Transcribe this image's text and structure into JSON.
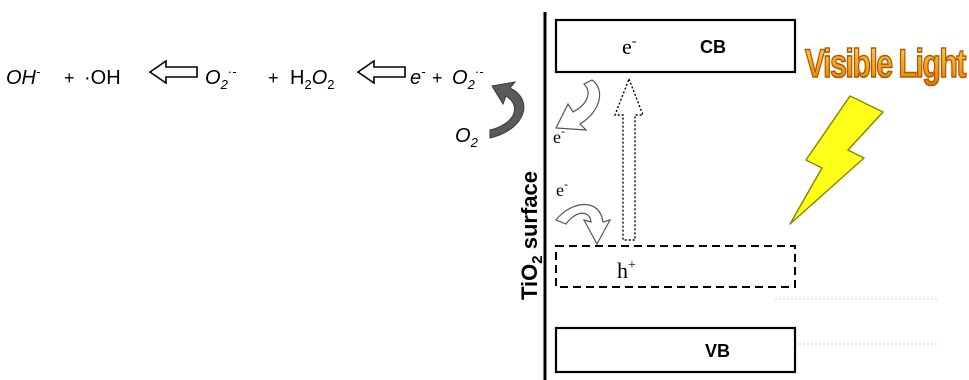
{
  "reaction": {
    "oh_minus": "OH",
    "oh_minus_sup": "-",
    "plus1": "+",
    "oh_radical": "·OH",
    "o2_radical": "O",
    "o2_radical_sub": "2",
    "o2_radical_sup": "·-",
    "plus2": "+",
    "h2o2_h": "H",
    "h2o2_h_sub": "2",
    "h2o2_o": "O",
    "h2o2_o_sub": "2",
    "electron": "e",
    "electron_sup": "-",
    "plus3": "+",
    "o2_product": "O",
    "o2_product_sub": "2",
    "o2_product_sup": "·-",
    "o2_reactant": "O",
    "o2_reactant_sub": "2"
  },
  "surface": {
    "label_ti": "TiO",
    "label_sub": "2",
    "label_rest": " surface"
  },
  "bands": {
    "cb_electron": "e",
    "cb_electron_sup": "-",
    "cb_label": "CB",
    "trap_hole": "h",
    "trap_hole_sup": "+",
    "vb_label": "VB",
    "transfer_electron_1": "e",
    "transfer_electron_1_sup": "-",
    "transfer_electron_2": "e",
    "transfer_electron_2_sup": "-"
  },
  "light": {
    "label": "Visible Light",
    "colors": {
      "bolt_fill": "#ffff1a",
      "bolt_stroke": "#8a8a00",
      "text_fill": "#f5a623",
      "text_stroke": "#c46a00"
    }
  },
  "colors": {
    "curved_arrow": "#5a5a5a",
    "line": "#000000"
  }
}
